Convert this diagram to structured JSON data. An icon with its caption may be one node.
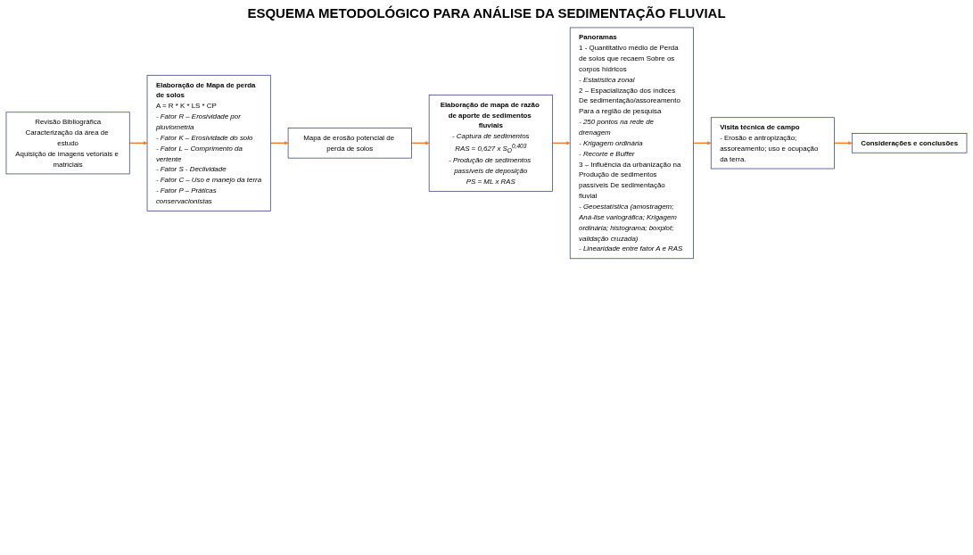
{
  "diagram": {
    "title": "ESQUEMA METODOLÓGICO PARA ANÁLISE DA SEDIMENTAÇÃO FLUVIAL",
    "nodes": [
      {
        "text": [
          "Revisão Bibliográfica",
          "Caracterização da área de estudo",
          "Aquisição de imagens vetoriais e matriciais"
        ]
      },
      {
        "text": [
          "Elaboração de Mapa de perda de solos",
          "A = R * K * LS * CP",
          "- Fator R – Erosividade por pluviometria",
          "- Fator K – Erosividade do solo",
          "- Fator L – Comprimento da vertente",
          "- Fator S - Declividade",
          "- Fator C – Uso e manejo da terra",
          "- Fator P – Práticas conservacionistas"
        ]
      },
      {
        "text": [
          "Mapa de erosão potencial de perda de solos"
        ]
      },
      {
        "text": [
          "Elaboração de mapa de razão de aporte de sedimentos fluviais",
          "- Captura de sedimentos",
          "RAS = 0,627 x S$_{O}$$^{0,403}$",
          "- Produção de sedimentos passíveis de deposição",
          "PS = ML x RAS"
        ]
      },
      {
        "text": [
          "Visita técnica de campo",
          "- Erosão e antropização; assoreamento; uso e ocupação da terra."
        ]
      },
      {
        "text": [
          "Considerações e conclusões"
        ]
      },
      {
        "text": [
          "Panoramas",
          "1 - Quantitativo médio de Perda de solos que recaem Sobre os corpos hídricos",
          "- Estatística zonal",
          "2 – Espacialização dos índices De sedimentação/assoreamento Para a região de pesquisa",
          "- 250 pontos na rede de drenagem",
          "- Krigagem ordinária",
          "- Recorte e Buffer",
          "3 – Influência da urbanização na Produção de sedimentos passíveis De sedimentação fluvial",
          "- Geoestatística (amostragem; Aná-lise variográfica; Krigagem ordinária; histograma; boxplot; validação cruzada)",
          "- Linearidade entre fator A e RAS"
        ]
      }
    ],
    "edges": [
      {
        "from": 0,
        "to": 1,
        "arrow": "to"
      },
      {
        "from": 1,
        "to": 2,
        "arrow": "to"
      },
      {
        "from": 2,
        "to": 3,
        "arrow": "to"
      },
      {
        "from": 3,
        "to": 6,
        "arrow": "to"
      },
      {
        "from": 6,
        "to": 4,
        "arrow": "to"
      },
      {
        "from": 4,
        "to": 5,
        "arrow": "to"
      }
    ]
  }
}
